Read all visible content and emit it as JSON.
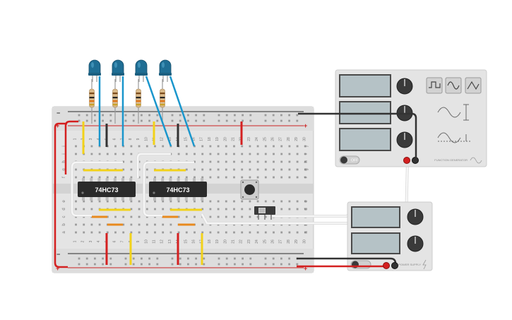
{
  "breadboard": {
    "columns": [
      "1",
      "2",
      "3",
      "4",
      "5",
      "6",
      "7",
      "8",
      "9",
      "10",
      "11",
      "12",
      "13",
      "14",
      "15",
      "16",
      "17",
      "18",
      "19",
      "20",
      "21",
      "22",
      "23",
      "24",
      "25",
      "26",
      "27",
      "28",
      "29",
      "30"
    ],
    "top_rows": [
      "j",
      "i",
      "h",
      "g",
      "f"
    ],
    "bottom_rows": [
      "e",
      "d",
      "c",
      "b",
      "a"
    ],
    "rail_plus": "+",
    "rail_minus": "−"
  },
  "chips": [
    {
      "label": "74HC73"
    },
    {
      "label": "74HC73"
    }
  ],
  "leds": [
    {
      "color": "#1f6e94"
    },
    {
      "color": "#1f6e94"
    },
    {
      "color": "#1f6e94"
    },
    {
      "color": "#1f6e94"
    }
  ],
  "function_generator": {
    "switch_label": "OFF",
    "waveforms": [
      "square-wave-icon",
      "sine-wave-icon",
      "triangle-wave-icon"
    ],
    "brand": "FUNCTION GENERATOR"
  },
  "power_supply": {
    "brand": "POWER SUPPLY"
  },
  "colors": {
    "wire_red": "#d42020",
    "wire_black": "#333333",
    "wire_blue": "#1a96cc",
    "wire_white": "#f6f6f6",
    "wire_yellow": "#f2d21a",
    "wire_orange": "#e88a1e",
    "display": "#b5c2c6"
  }
}
